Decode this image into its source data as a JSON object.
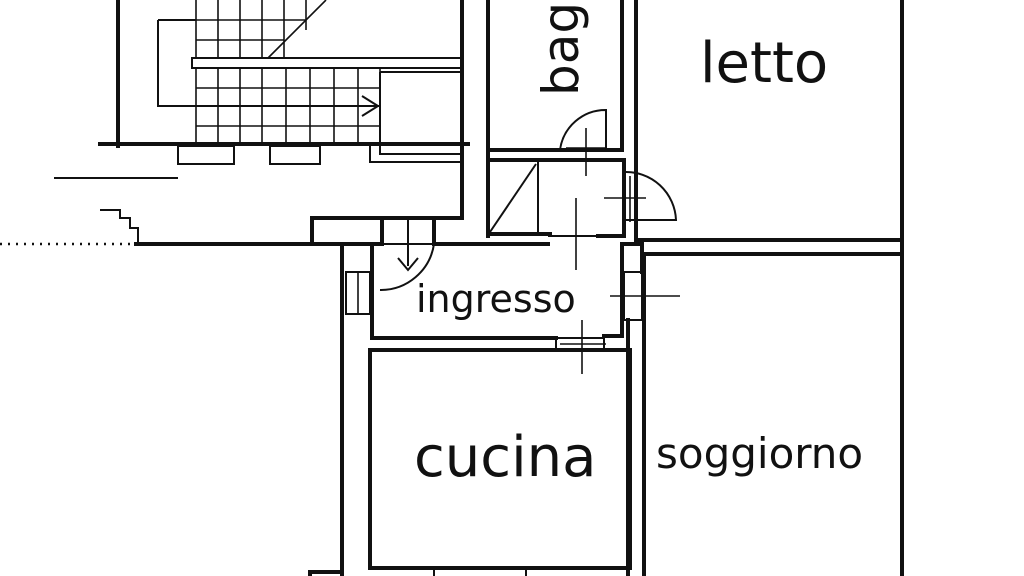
{
  "floorplan": {
    "rooms": [
      {
        "id": "bagno",
        "label": "bag"
      },
      {
        "id": "letto",
        "label": "letto"
      },
      {
        "id": "ingresso",
        "label": "ingresso"
      },
      {
        "id": "cucina",
        "label": "cucina"
      },
      {
        "id": "soggiorno",
        "label": "soggiorno"
      }
    ]
  },
  "colors": {
    "line": "#111111",
    "background": "#ffffff"
  }
}
